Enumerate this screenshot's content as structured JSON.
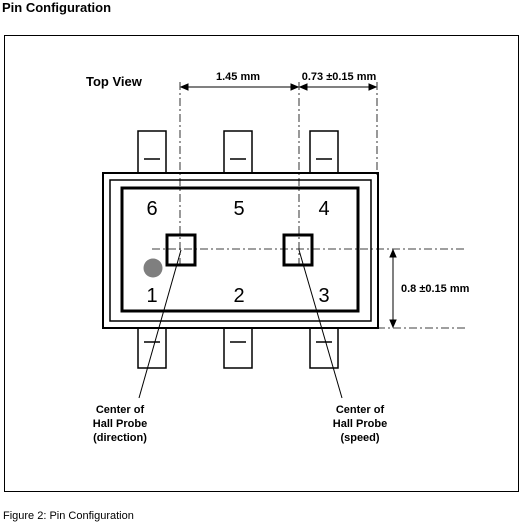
{
  "heading": "Pin Configuration",
  "caption": "Figure 2: Pin Configuration",
  "diagram": {
    "view_label": "Top View",
    "dimensions": {
      "probe_spacing": "1.45 mm",
      "offset_horizontal": "0.73 ±0.15 mm",
      "offset_vertical": "0.8 ±0.15 mm"
    },
    "pins_top": [
      "6",
      "5",
      "4"
    ],
    "pins_bottom": [
      "1",
      "2",
      "3"
    ],
    "probe_left": {
      "line1": "Center of",
      "line2": "Hall Probe",
      "line3": "(direction)"
    },
    "probe_right": {
      "line1": "Center of",
      "line2": "Hall Probe",
      "line3": "(speed)"
    },
    "colors": {
      "pin1_marker": "#7f7f7f",
      "outline": "#000000"
    }
  }
}
